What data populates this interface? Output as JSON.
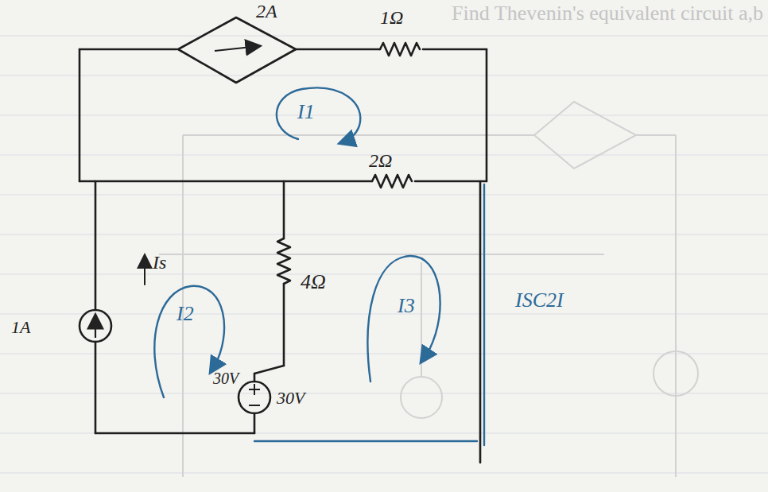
{
  "diagram": {
    "nodes": [
      {
        "text": [
          "2A"
        ]
      },
      {
        "text": [
          "1A"
        ]
      },
      {
        "text": [
          "30V",
          "30V"
        ]
      }
    ],
    "labels": [
      "Find Thevenin's equivalent circuit a,b",
      "1Ω",
      "I1",
      "2Ω",
      "Is",
      "I2",
      "4Ω",
      "I3",
      "ISC2I"
    ]
  }
}
